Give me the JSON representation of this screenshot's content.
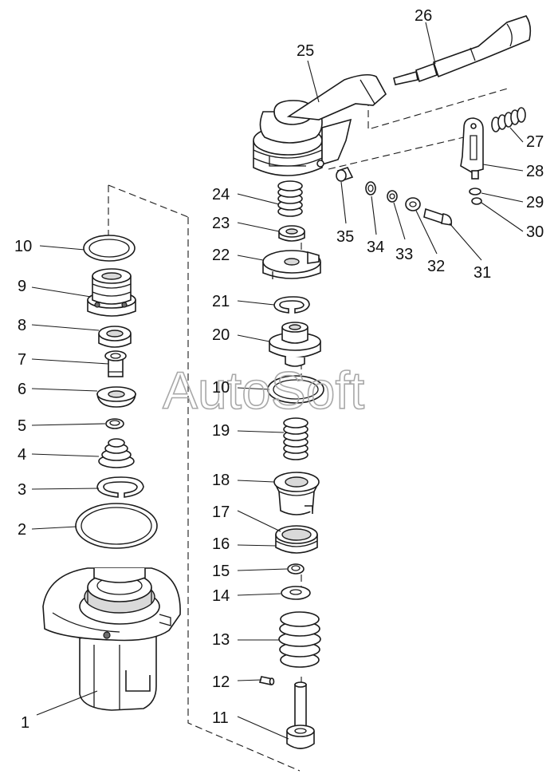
{
  "watermark": "AutoSoft",
  "labels": {
    "l1": "1",
    "l2": "2",
    "l3": "3",
    "l4": "4",
    "l5": "5",
    "l6": "6",
    "l7": "7",
    "l8": "8",
    "l9": "9",
    "l10a": "10",
    "l10b": "10",
    "l11": "11",
    "l12": "12",
    "l13": "13",
    "l14": "14",
    "l15": "15",
    "l16": "16",
    "l17": "17",
    "l18": "18",
    "l19": "19",
    "l20": "20",
    "l21": "21",
    "l22": "22",
    "l23": "23",
    "l24": "24",
    "l25": "25",
    "l26": "26",
    "l27": "27",
    "l28": "28",
    "l29": "29",
    "l30": "30",
    "l31": "31",
    "l32": "32",
    "l33": "33",
    "l34": "34",
    "l35": "35"
  }
}
